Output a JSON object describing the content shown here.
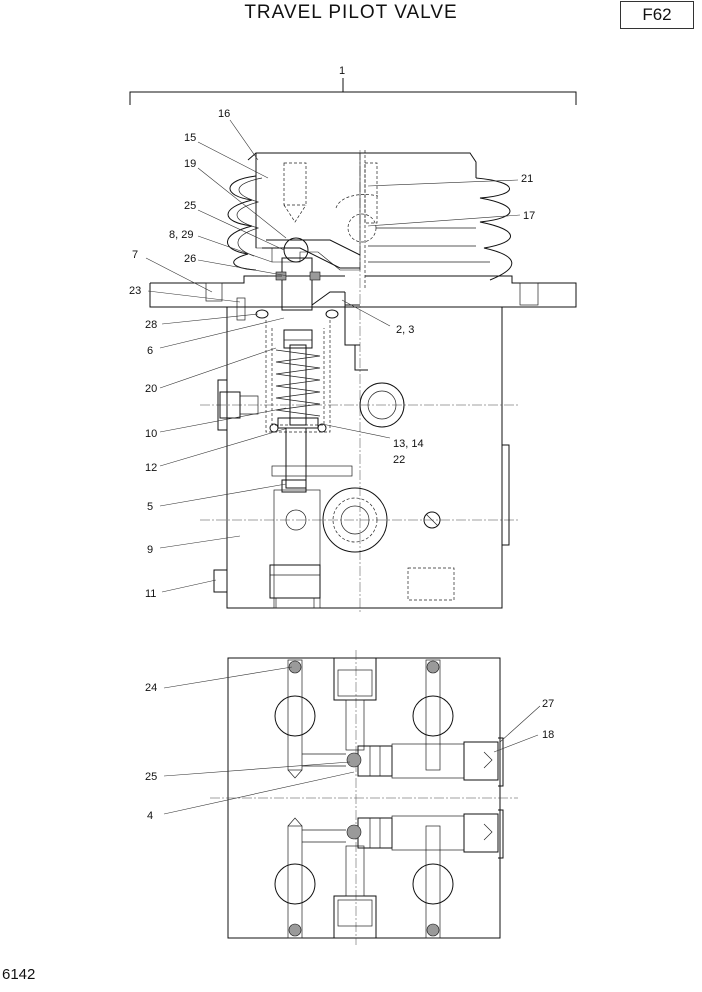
{
  "header": {
    "title": "TRAVEL PILOT VALVE",
    "code": "F62"
  },
  "footer": {
    "page_number": "6142"
  },
  "callouts": {
    "c1": "1",
    "c16": "16",
    "c15": "15",
    "c19": "19",
    "c25a": "25",
    "c8_29": "8, 29",
    "c7": "7",
    "c26": "26",
    "c23": "23",
    "c28": "28",
    "c6": "6",
    "c20": "20",
    "c10": "10",
    "c12": "12",
    "c5": "5",
    "c9": "9",
    "c11": "11",
    "c21": "21",
    "c17": "17",
    "c2_3": "2, 3",
    "c13_14": "13, 14",
    "c22": "22",
    "c24": "24",
    "c25b": "25",
    "c4": "4",
    "c27": "27",
    "c18": "18"
  }
}
